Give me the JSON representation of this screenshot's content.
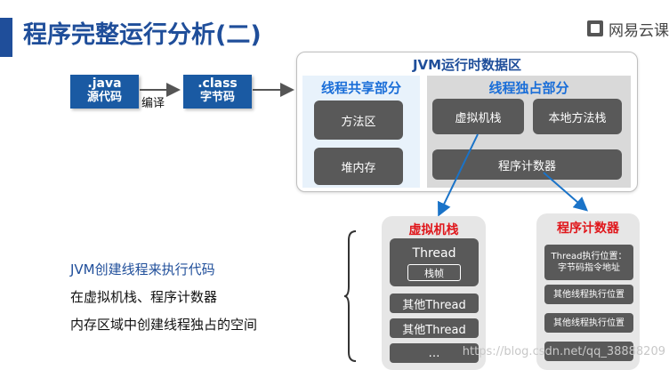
{
  "title": "程序完整运行分析(二)",
  "brand": "网易云课",
  "source": {
    "line1": ".java",
    "line2": "源代码"
  },
  "compiled": {
    "line1": ".class",
    "line2": "字节码"
  },
  "compile_label": "编译",
  "jvm": {
    "title": "JVM运行时数据区",
    "shared": {
      "title": "线程共享部分",
      "items": [
        "方法区",
        "堆内存"
      ]
    },
    "private": {
      "title": "线程独占部分",
      "items": [
        "虚拟机栈",
        "本地方法栈",
        "程序计数器"
      ]
    }
  },
  "description": [
    "JVM创建线程来执行代码",
    "在虚拟机栈、程序计数器",
    "内存区域中创建线程独占的空间"
  ],
  "vm_stack_panel": {
    "title": "虚拟机栈",
    "thread": "Thread",
    "frame": "栈帧",
    "others": [
      "其他Thread",
      "其他Thread",
      "…"
    ]
  },
  "pc_panel": {
    "title": "程序计数器",
    "item1": [
      "Thread执行位置：",
      "字节码指令地址"
    ],
    "others": [
      "其他线程执行位置",
      "其他线程执行位置",
      ""
    ]
  },
  "watermark": "https://blog.csdn.net/qq_38888209"
}
